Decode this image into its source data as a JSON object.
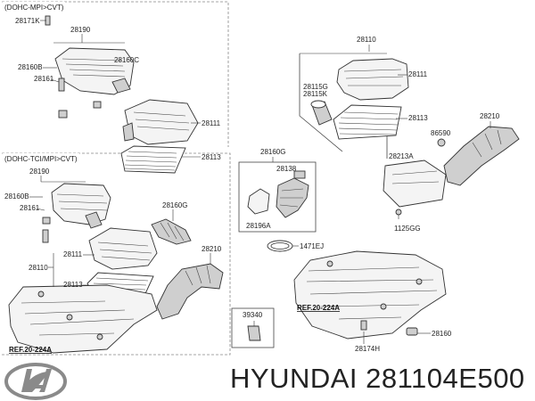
{
  "sections": {
    "top_left": "(DOHC-MPI>CVT)",
    "mid_left": "(DOHC-TCI/MPI>CVT)"
  },
  "labels": {
    "p28171K": "28171K",
    "p28190_top": "28190",
    "p28160B_top": "28160B",
    "p28161_top": "28161",
    "p28160C": "28160C",
    "p28111_top": "28111",
    "p28113_top": "28113",
    "p28190_mid": "28190",
    "p28160B_mid": "28160B",
    "p28161_mid": "28161",
    "p28160G_mid": "28160G",
    "p28111_mid": "28111",
    "p28110_mid": "28110",
    "p28113_mid": "28113",
    "p28210_mid": "28210",
    "p39340": "39340",
    "p28110_right": "28110",
    "p28111_right": "28111",
    "p28115G": "28115G",
    "p28115K": "28115K",
    "p28113_right": "28113",
    "p28160G_right": "28160G",
    "p28138": "28138",
    "p28196A": "28196A",
    "p1471EJ": "1471EJ",
    "p86590": "86590",
    "p28213A": "28213A",
    "p1125GG": "1125GG",
    "p28210_right": "28210",
    "p28174H": "28174H",
    "p28160_right": "28160"
  },
  "refs": {
    "left": "REF.20-224A",
    "right": "REF.20-224A"
  },
  "brand": "HYUNDAI 281104E500"
}
